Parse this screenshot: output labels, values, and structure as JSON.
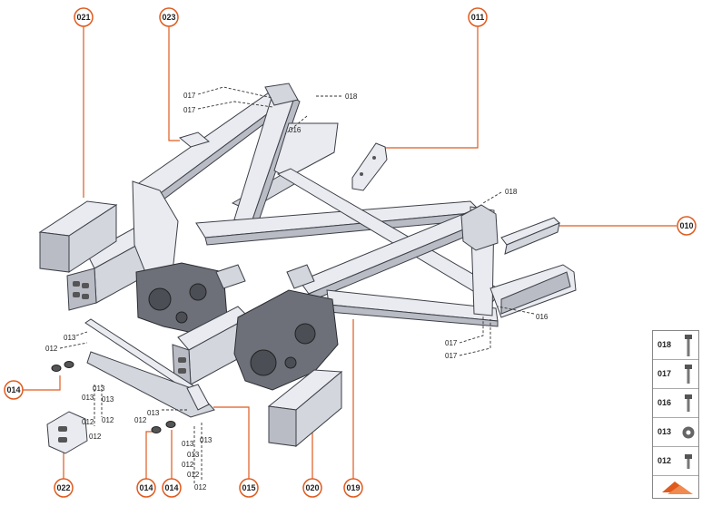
{
  "callouts": {
    "c021": "021",
    "c023": "023",
    "c011": "011",
    "c010": "010",
    "c014a": "014",
    "c022": "022",
    "c014b": "014",
    "c014c": "014",
    "c015": "015",
    "c020": "020",
    "c019": "019"
  },
  "labels": {
    "l017a": "017",
    "l017b": "017",
    "l018a": "018",
    "l016a": "016",
    "l018b": "018",
    "l016b": "016",
    "l017c": "017",
    "l017d": "017",
    "l013a": "013",
    "l012a": "012",
    "l013b": "013",
    "l013c": "013",
    "l013d": "013",
    "l012b": "012",
    "l012c": "012",
    "l012d": "012",
    "l013e": "013",
    "l012e": "012",
    "l013f": "013",
    "l013g": "013",
    "l013h": "013",
    "l012f": "012",
    "l012g": "012",
    "l012h": "012"
  },
  "legend": {
    "rows": [
      {
        "code": "018",
        "icon": "long-bolt-icon"
      },
      {
        "code": "017",
        "icon": "medium-bolt-icon"
      },
      {
        "code": "016",
        "icon": "bolt-icon"
      },
      {
        "code": "013",
        "icon": "washer-icon"
      },
      {
        "code": "012",
        "icon": "short-bolt-icon"
      }
    ],
    "brand_icon": "brand-logo-icon"
  },
  "colors": {
    "accent": "#e05a1e",
    "steel": "#e9ebf0",
    "outline": "#3c3f47",
    "casting": "#6d7079"
  }
}
